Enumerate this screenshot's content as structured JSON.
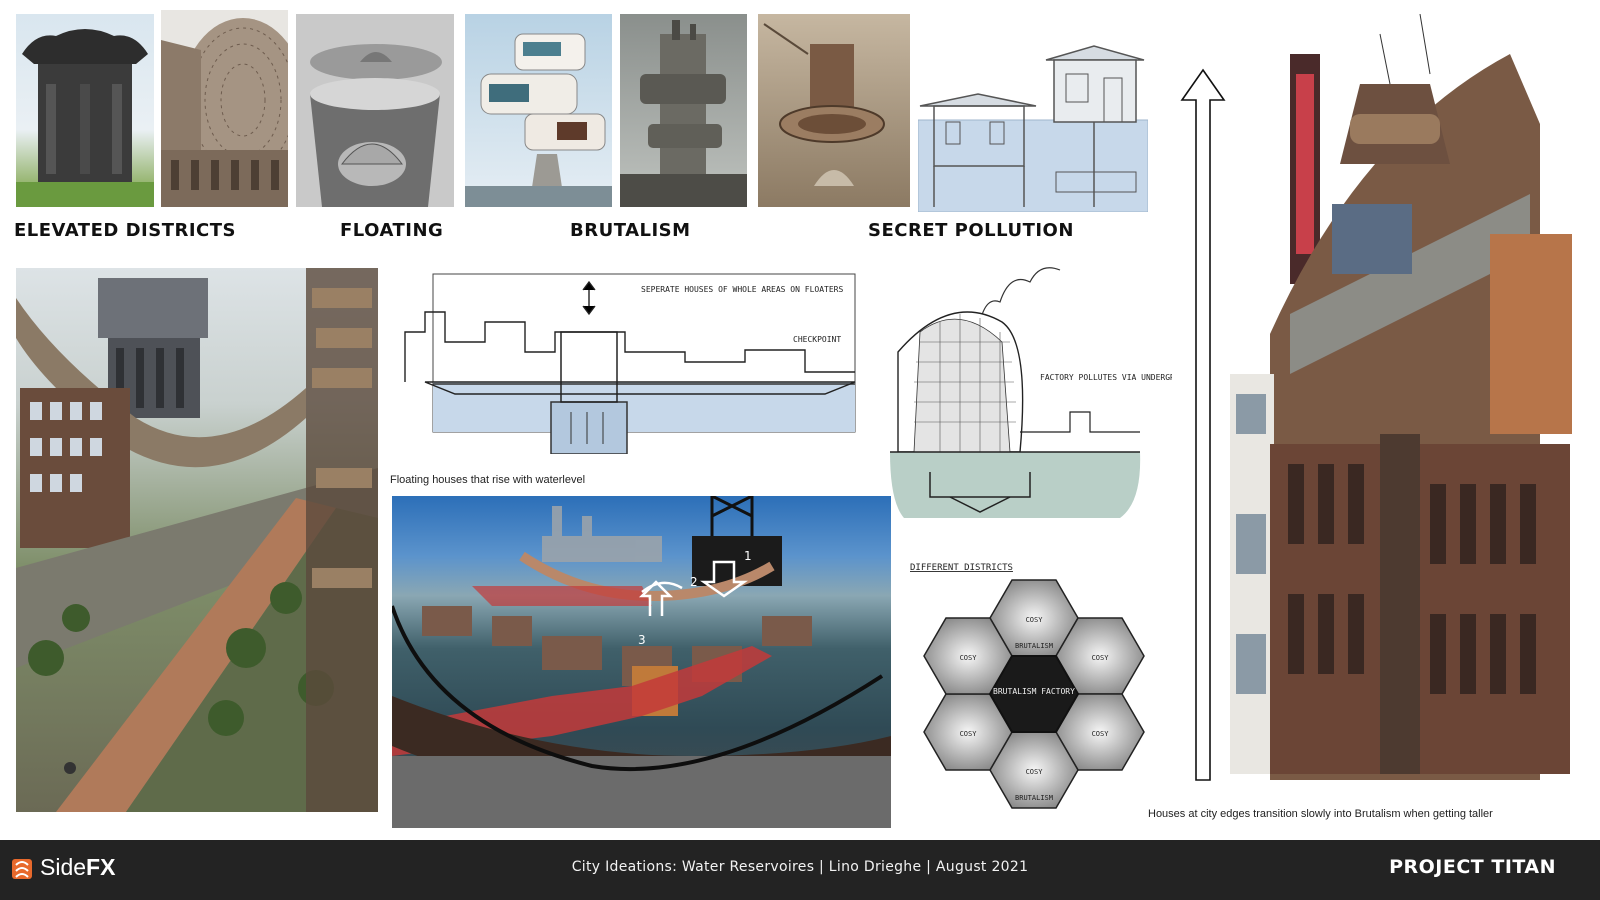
{
  "reference_row": {
    "labels": {
      "elevated": "ELEVATED DISTRICTS",
      "floating": "FLOATING",
      "brutalism": "BRUTALISM",
      "pollution": "SECRET POLLUTION"
    }
  },
  "sketches": {
    "floating_sketch": {
      "note_top": "SEPERATE HOUSES OF WHOLE AREAS ON FLOATERS",
      "note_checkpoint": "CHECKPOINT",
      "caption": "Floating houses that rise with waterlevel"
    },
    "factory_sketch": {
      "note": "FACTORY POLLUTES VIA UNDERGROUND WATER"
    },
    "districts": {
      "title": "DIFFERENT DISTRICTS",
      "center_label": "BRUTALISM FACTORY",
      "cell_label_cosy": "COSY",
      "cell_label_brutalism": "BRUTALISM"
    },
    "paintover_arrows": [
      "1",
      "2",
      "3"
    ]
  },
  "tall_building": {
    "caption": "Houses at city edges transition slowly into Brutalism when getting taller"
  },
  "footer": {
    "logo_text_regular": "Side",
    "logo_text_bold": "FX",
    "center_text": "City Ideations: Water Reservoires | Lino Drieghe | August 2021",
    "right_text": "PROJECT TITAN"
  },
  "colors": {
    "footer_bg": "#232323",
    "logo_orange": "#e8692c",
    "paint_red": "#c33a3a",
    "water_blue": "#c7d8ea"
  }
}
